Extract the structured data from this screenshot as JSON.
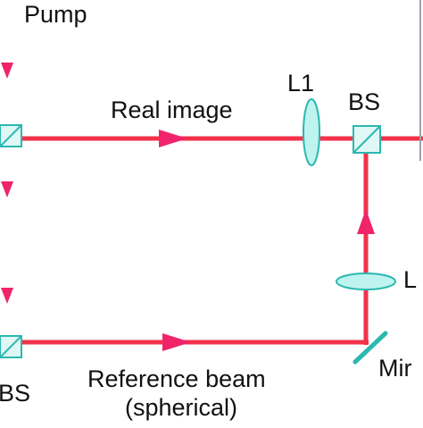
{
  "labels": {
    "pump": "Pump",
    "real_image": "Real image",
    "l1": "L1",
    "bs_right": "BS",
    "bs_left": "BS",
    "l_right": "L",
    "mirror": "Mir",
    "reference_beam": "Reference beam",
    "spherical": "(spherical)"
  },
  "colors": {
    "beam": "#f2324a",
    "arrow": "#f0246a",
    "optic_fill": "#bff3ef",
    "optic_stroke": "#2bb8b0",
    "text": "#111111"
  }
}
